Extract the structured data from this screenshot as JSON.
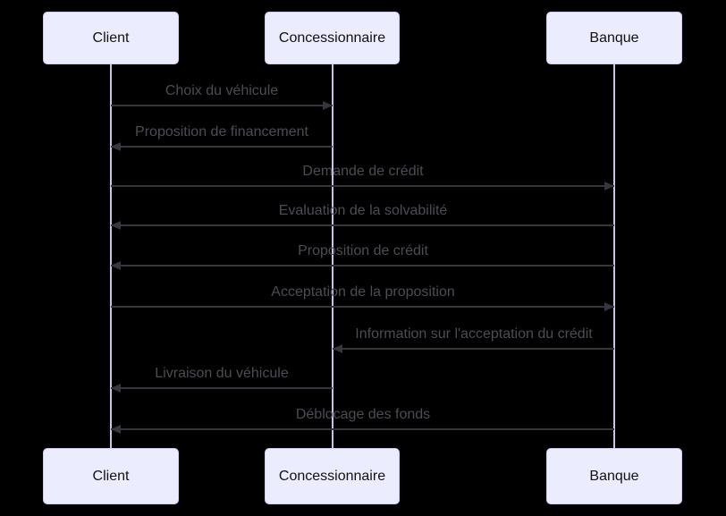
{
  "diagram": {
    "type": "sequence-diagram",
    "actors": [
      {
        "id": "client",
        "label": "Client"
      },
      {
        "id": "concessionnaire",
        "label": "Concessionnaire"
      },
      {
        "id": "banque",
        "label": "Banque"
      }
    ],
    "messages": [
      {
        "label": "Choix du véhicule",
        "from": "client",
        "to": "concessionnaire",
        "arrow": "solid"
      },
      {
        "label": "Proposition de financement",
        "from": "concessionnaire",
        "to": "client",
        "arrow": "solid"
      },
      {
        "label": "Demande de crédit",
        "from": "client",
        "to": "banque",
        "arrow": "solid"
      },
      {
        "label": "Evaluation de la solvabilité",
        "from": "banque",
        "to": "client",
        "arrow": "solid"
      },
      {
        "label": "Proposition de crédit",
        "from": "banque",
        "to": "client",
        "arrow": "solid"
      },
      {
        "label": "Acceptation de la proposition",
        "from": "client",
        "to": "banque",
        "arrow": "solid"
      },
      {
        "label": "Information sur l'acceptation du crédit",
        "from": "banque",
        "to": "concessionnaire",
        "arrow": "solid"
      },
      {
        "label": "Livraison du véhicule",
        "from": "concessionnaire",
        "to": "client",
        "arrow": "solid"
      },
      {
        "label": "Déblocage des fonds",
        "from": "banque",
        "to": "client",
        "arrow": "solid"
      }
    ],
    "colors": {
      "background": "#000000",
      "actor_fill": "#ECECFF",
      "actor_border": "#CCCCFF",
      "actor_text": "#111111",
      "lifeline": "#CFC2EA",
      "message_line": "#36363E",
      "message_text": "#4C4C55"
    }
  }
}
